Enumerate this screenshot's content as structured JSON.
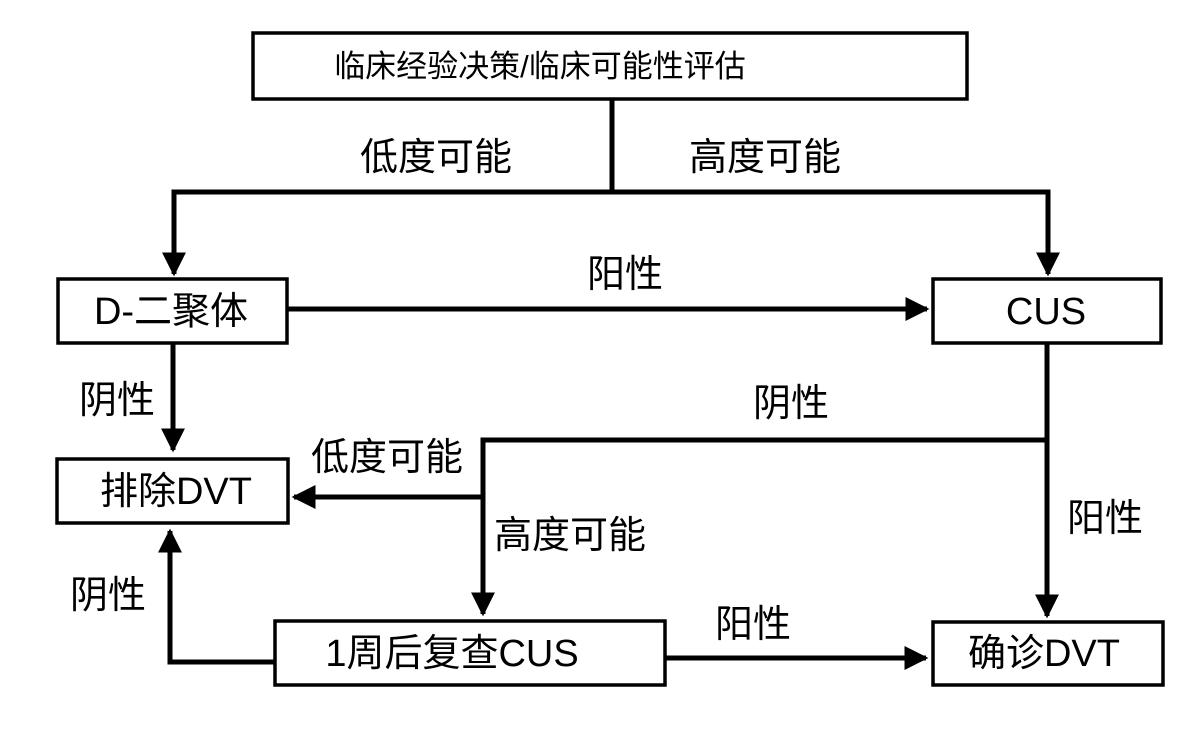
{
  "colors": {
    "background": "#ffffff",
    "line": "#000000",
    "text": "#000000"
  },
  "nodes": {
    "assessment": {
      "label": "临床经验决策/临床可能性评估"
    },
    "d_dimer": {
      "label": "D-二聚体"
    },
    "cus": {
      "label": "CUS"
    },
    "exclude_dvt": {
      "label": "排除DVT"
    },
    "recheck_cus": {
      "label": "1周后复查CUS"
    },
    "confirm_dvt": {
      "label": "确诊DVT"
    }
  },
  "edge_labels": {
    "top_low_probability": "低度可能",
    "top_high_probability": "高度可能",
    "dimer_positive": "阳性",
    "dimer_negative": "阴性",
    "cus_negative": "阴性",
    "mid_low_probability": "低度可能",
    "mid_high_probability": "高度可能",
    "cus_positive": "阳性",
    "recheck_negative": "阴性",
    "recheck_positive": "阳性"
  }
}
